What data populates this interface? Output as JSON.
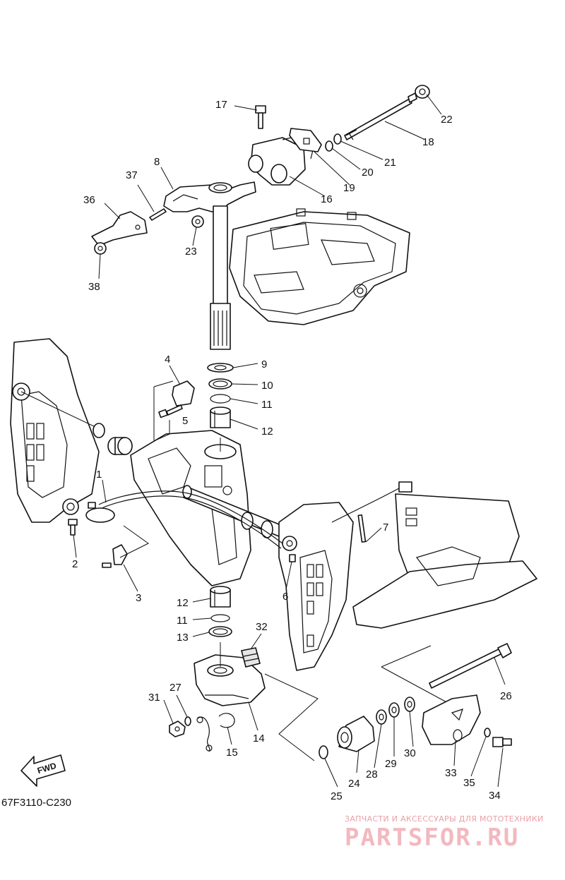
{
  "diagram_code": "67F3110-C230",
  "fwd_label": "FWD",
  "watermark": {
    "small": "ЗАПЧАСТИ И АКСЕССУАРЫ ДЛЯ МОТОТЕХНИКИ",
    "big": "PARTSFOR.RU"
  },
  "callouts": {
    "n1": "1",
    "n2": "2",
    "n3": "3",
    "n4": "4",
    "n5": "5",
    "n6": "6",
    "n7": "7",
    "n8": "8",
    "n9": "9",
    "n10": "10",
    "n11a": "11",
    "n11b": "11",
    "n12a": "12",
    "n12b": "12",
    "n13": "13",
    "n14": "14",
    "n15": "15",
    "n16": "16",
    "n17": "17",
    "n18": "18",
    "n19": "19",
    "n20": "20",
    "n21": "21",
    "n22": "22",
    "n23": "23",
    "n24": "24",
    "n25": "25",
    "n26": "26",
    "n27": "27",
    "n28": "28",
    "n29": "29",
    "n30": "30",
    "n31": "31",
    "n32": "32",
    "n33": "33",
    "n34": "34",
    "n35": "35",
    "n36": "36",
    "n37": "37",
    "n38": "38"
  }
}
